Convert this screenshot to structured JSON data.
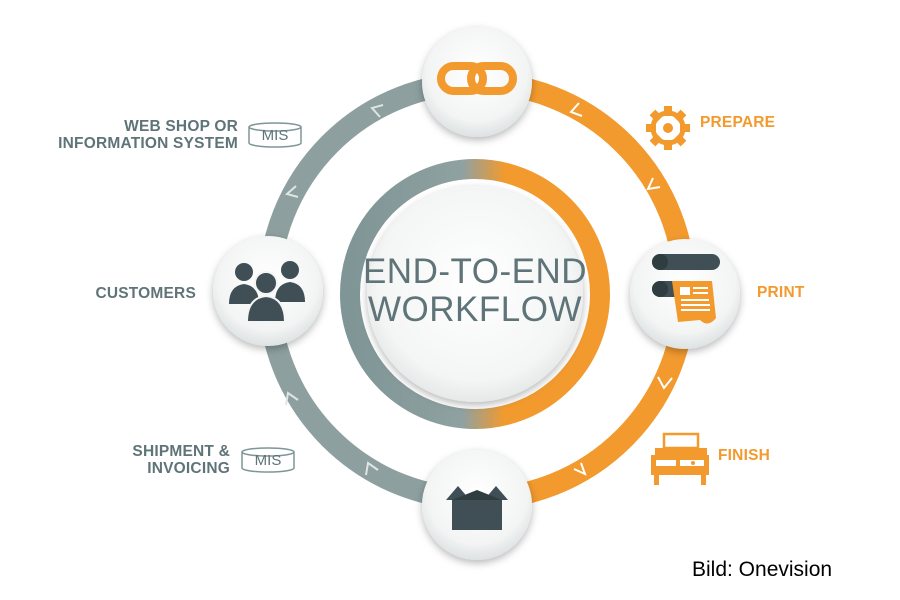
{
  "title": {
    "line1": "END-TO-END",
    "line2": "WORKFLOW"
  },
  "steps": {
    "prepare": "PREPARE",
    "print": "PRINT",
    "finish": "FINISH",
    "customers": "CUSTOMERS",
    "web_shop": {
      "line1": "WEB SHOP OR",
      "line2": "INFORMATION SYSTEM"
    },
    "shipment": {
      "line1": "SHIPMENT &",
      "line2": "INVOICING"
    }
  },
  "badges": {
    "top": "MIS",
    "bottom": "MIS"
  },
  "credit": "Bild: Onevision",
  "colors": {
    "orange": "#f29a2e",
    "gray": "#7f9596",
    "dark": "#3f4f55",
    "label_gray": "#5f7478"
  },
  "icons": {
    "top_node": "chain-link-icon",
    "right_node": "printer-rollers-icon",
    "left_node": "people-group-icon",
    "bottom_node": "open-box-icon",
    "prepare": "gear-icon",
    "finish": "finishing-machine-icon"
  }
}
